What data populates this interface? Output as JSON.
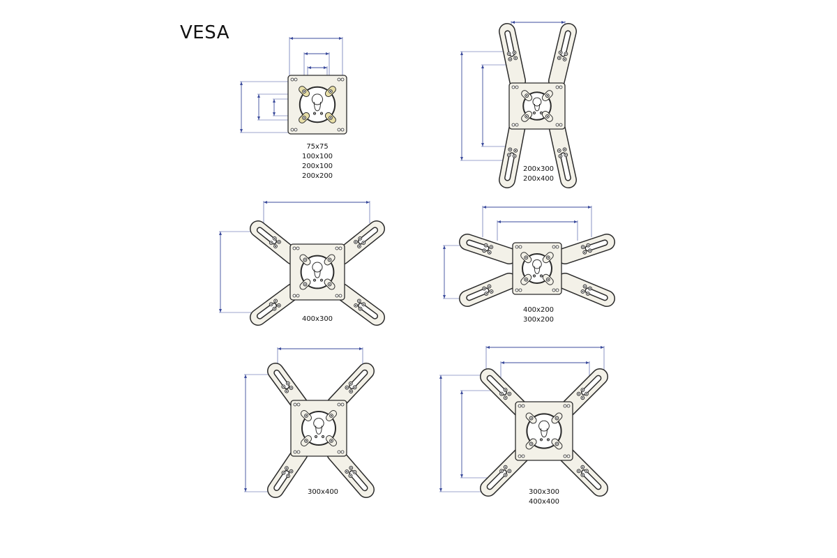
{
  "title": "VESA",
  "colors": {
    "dimension": "#3b4b9c",
    "outline": "#2a2a2a",
    "plate": "#f3f1e8",
    "accent": "#e8dfa8"
  },
  "configurations": [
    {
      "id": "square-plate",
      "labels": [
        "75x75",
        "100x100",
        "200x100",
        "200x200"
      ]
    },
    {
      "id": "h-arms",
      "labels": [
        "200x300",
        "200x400"
      ]
    },
    {
      "id": "x-arms-wide",
      "labels": [
        "400x300"
      ]
    },
    {
      "id": "x-arms-flat",
      "labels": [
        "400x200",
        "300x200"
      ]
    },
    {
      "id": "x-arms-tall",
      "labels": [
        "300x400"
      ]
    },
    {
      "id": "x-arms-large",
      "labels": [
        "300x300",
        "400x400"
      ]
    }
  ]
}
